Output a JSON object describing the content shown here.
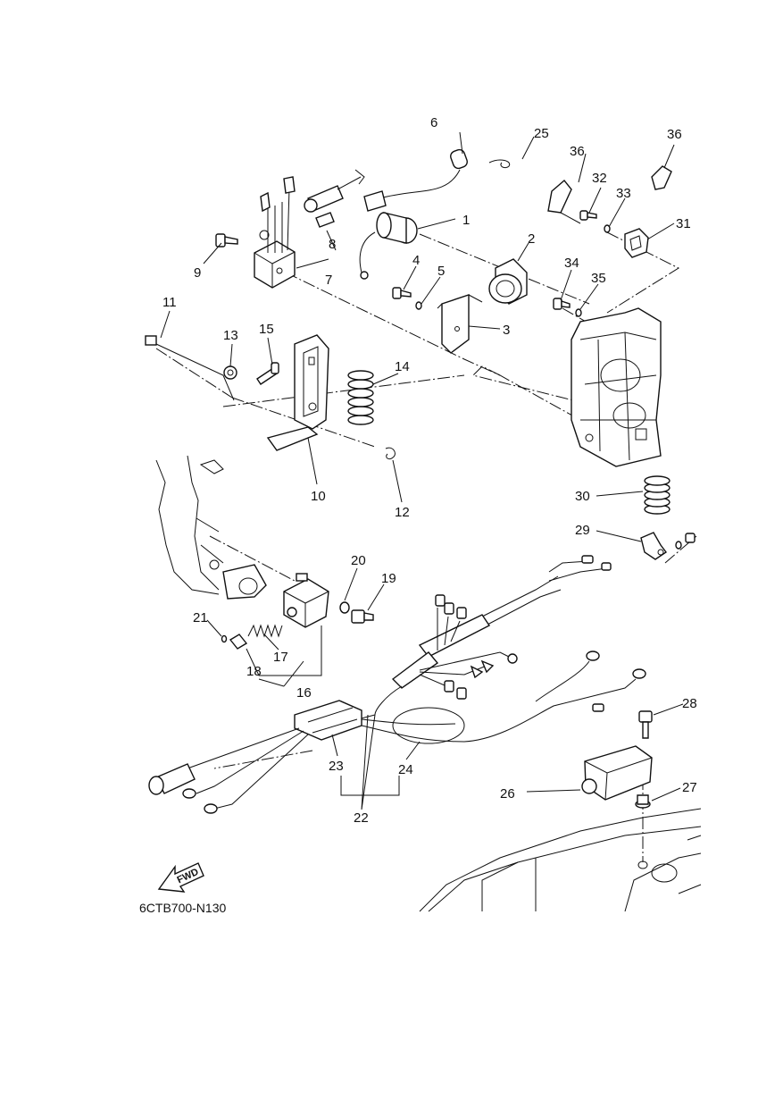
{
  "diagram_code": "6CTB700-N130",
  "fwd_label": "FWD",
  "callouts": {
    "c1": "1",
    "c2": "2",
    "c3": "3",
    "c4": "4",
    "c5": "5",
    "c6": "6",
    "c7": "7",
    "c8": "8",
    "c9": "9",
    "c10": "10",
    "c11": "11",
    "c12": "12",
    "c13": "13",
    "c14": "14",
    "c15": "15",
    "c16": "16",
    "c17": "17",
    "c18": "18",
    "c19": "19",
    "c20": "20",
    "c21": "21",
    "c22": "22",
    "c23": "23",
    "c24": "24",
    "c25": "25",
    "c26": "26",
    "c27": "27",
    "c28": "28",
    "c29": "29",
    "c30": "30",
    "c31": "31",
    "c32": "32",
    "c33": "33",
    "c34": "34",
    "c35": "35",
    "c36a": "36",
    "c36b": "36"
  }
}
